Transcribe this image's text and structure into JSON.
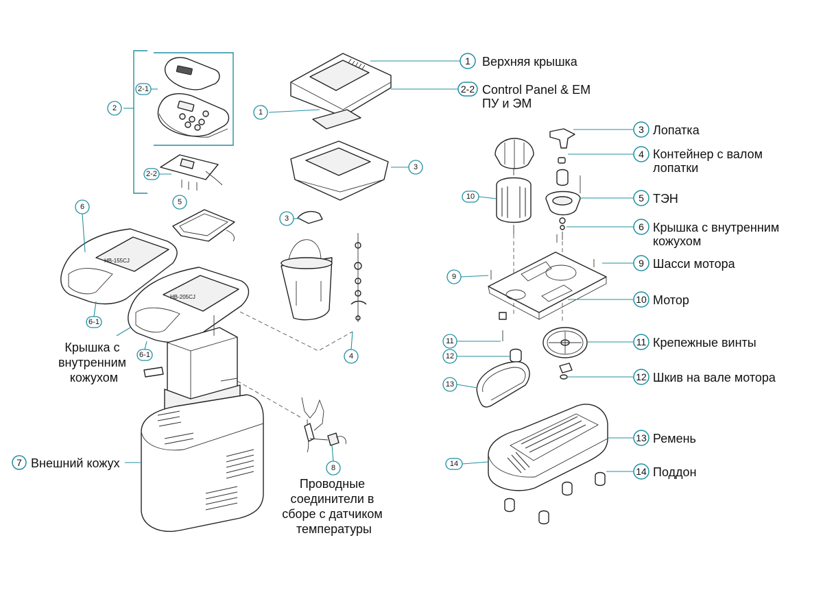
{
  "callouts": [
    {
      "num": "1",
      "label": "Верхняя крышка"
    },
    {
      "num": "2-2",
      "label": "Control Panel & EM",
      "label2": "ПУ и ЭМ"
    },
    {
      "num": "3",
      "label": "Лопатка"
    },
    {
      "num": "4",
      "label": "Контейнер с валом",
      "label2": "лопатки"
    },
    {
      "num": "5",
      "label": "ТЭН"
    },
    {
      "num": "6",
      "label": "Крышка с внутренним",
      "label2": "кожухом"
    },
    {
      "num": "9",
      "label": "Шасси мотора"
    },
    {
      "num": "10",
      "label": "Мотор"
    },
    {
      "num": "11",
      "label": "Крепежные винты"
    },
    {
      "num": "12",
      "label": "Шкив на вале мотора"
    },
    {
      "num": "13",
      "label": "Ремень"
    },
    {
      "num": "14",
      "label": "Поддон"
    }
  ],
  "left_labels": {
    "lid_caption": [
      "Крышка с",
      "внутренним",
      "кожухом"
    ],
    "outer_casing_num": "7",
    "outer_casing": "Внешний кожух",
    "wiring_caption": [
      "Проводные",
      "соединители в",
      "сборе с датчиком",
      "температуры"
    ]
  },
  "tags": {
    "t1": "1",
    "t2": "2",
    "t2_1": "2-1",
    "t2_2": "2-2",
    "t3a": "3",
    "t3b": "3",
    "t4": "4",
    "t5": "5",
    "t6": "6",
    "t6_1a": "6-1",
    "t6_1b": "6-1",
    "t8": "8",
    "t9": "9",
    "t10": "10",
    "t11": "11",
    "t12": "12",
    "t13": "13",
    "t14": "14"
  },
  "models": {
    "small": "HB-155CJ",
    "large": "HB-205CJ"
  },
  "colors": {
    "accent": "#1f8fa0",
    "line": "#222222",
    "background": "#ffffff"
  }
}
